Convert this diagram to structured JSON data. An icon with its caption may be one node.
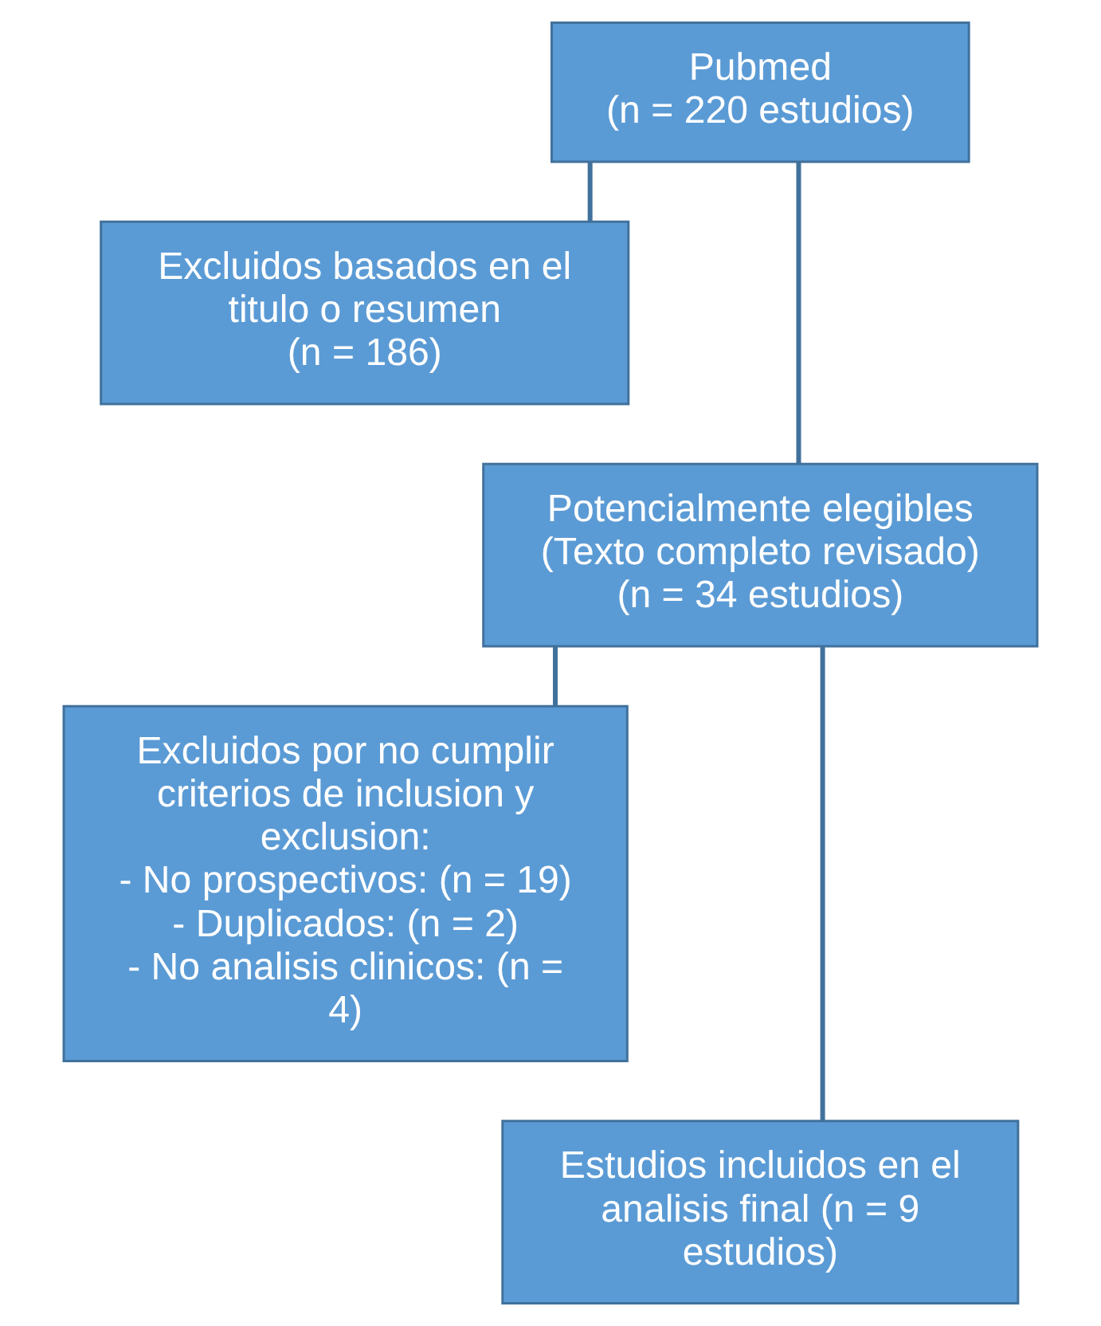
{
  "diagram": {
    "nodes": [
      {
        "text": [
          "Pubmed",
          "(n = 220 estudios)"
        ]
      },
      {
        "text": [
          "Excluidos basados en el titulo o resumen",
          "(n = 186)"
        ]
      },
      {
        "text": [
          "Potencialmente elegibles",
          "(Texto completo revisado)",
          "(n = 34 estudios)"
        ]
      },
      {
        "text": [
          "Excluidos por no cumplir criterios de inclusion y exclusion:",
          "- No prospectivos: (n = 19)",
          "- Duplicados: (n = 2)",
          "- No analisis clinicos: (n = 4)"
        ]
      },
      {
        "text": [
          "Estudios incluidos en el analisis final (n = 9 estudios)"
        ]
      }
    ],
    "edges": [
      {
        "from": 0,
        "to": 2,
        "arrow": "none"
      },
      {
        "from": 0,
        "to": 1,
        "arrow": "none"
      },
      {
        "from": 2,
        "to": 4,
        "arrow": "none"
      },
      {
        "from": 2,
        "to": 3,
        "arrow": "none"
      }
    ]
  }
}
